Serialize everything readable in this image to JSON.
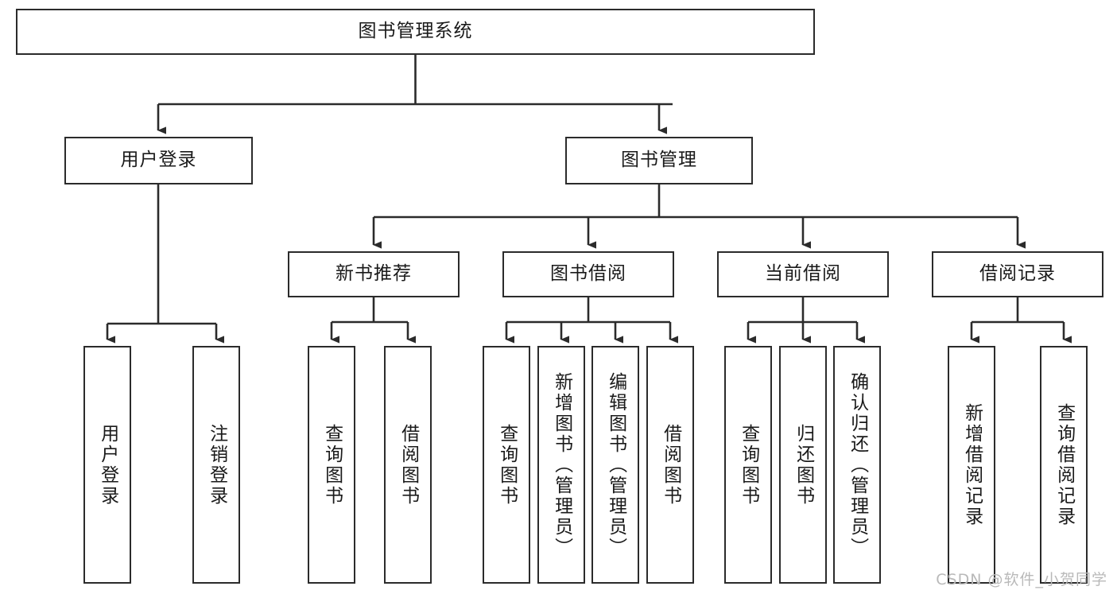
{
  "diagram": {
    "type": "tree-hierarchy-diagram",
    "title": "图书管理系统",
    "watermark": "CSDN @软件_小贺同学",
    "colors": {
      "box_border": "#2b2b2b",
      "box_fill": "#ffffff",
      "connector": "#2b2b2b",
      "text": "#1a1a1a",
      "watermark": "#b9b9b9",
      "background": "#ffffff"
    },
    "root": {
      "label": "图书管理系统"
    },
    "level2": [
      {
        "label": "用户登录"
      },
      {
        "label": "图书管理"
      }
    ],
    "level3": [
      {
        "label": "新书推荐"
      },
      {
        "label": "图书借阅"
      },
      {
        "label": "当前借阅"
      },
      {
        "label": "借阅记录"
      }
    ],
    "leaves": {
      "user_login": [
        {
          "label": "用户登录"
        },
        {
          "label": "注销登录"
        }
      ],
      "new_book_recommend": [
        {
          "label": "查询图书"
        },
        {
          "label": "借阅图书"
        }
      ],
      "book_borrow": [
        {
          "label": "查询图书"
        },
        {
          "label": "新增图书（管理员）"
        },
        {
          "label": "编辑图书（管理员）"
        },
        {
          "label": "借阅图书"
        }
      ],
      "current_borrow": [
        {
          "label": "查询图书"
        },
        {
          "label": "归还图书"
        },
        {
          "label": "确认归还（管理员）"
        }
      ],
      "borrow_record": [
        {
          "label": "新增借阅记录"
        },
        {
          "label": "查询借阅记录"
        }
      ]
    }
  }
}
